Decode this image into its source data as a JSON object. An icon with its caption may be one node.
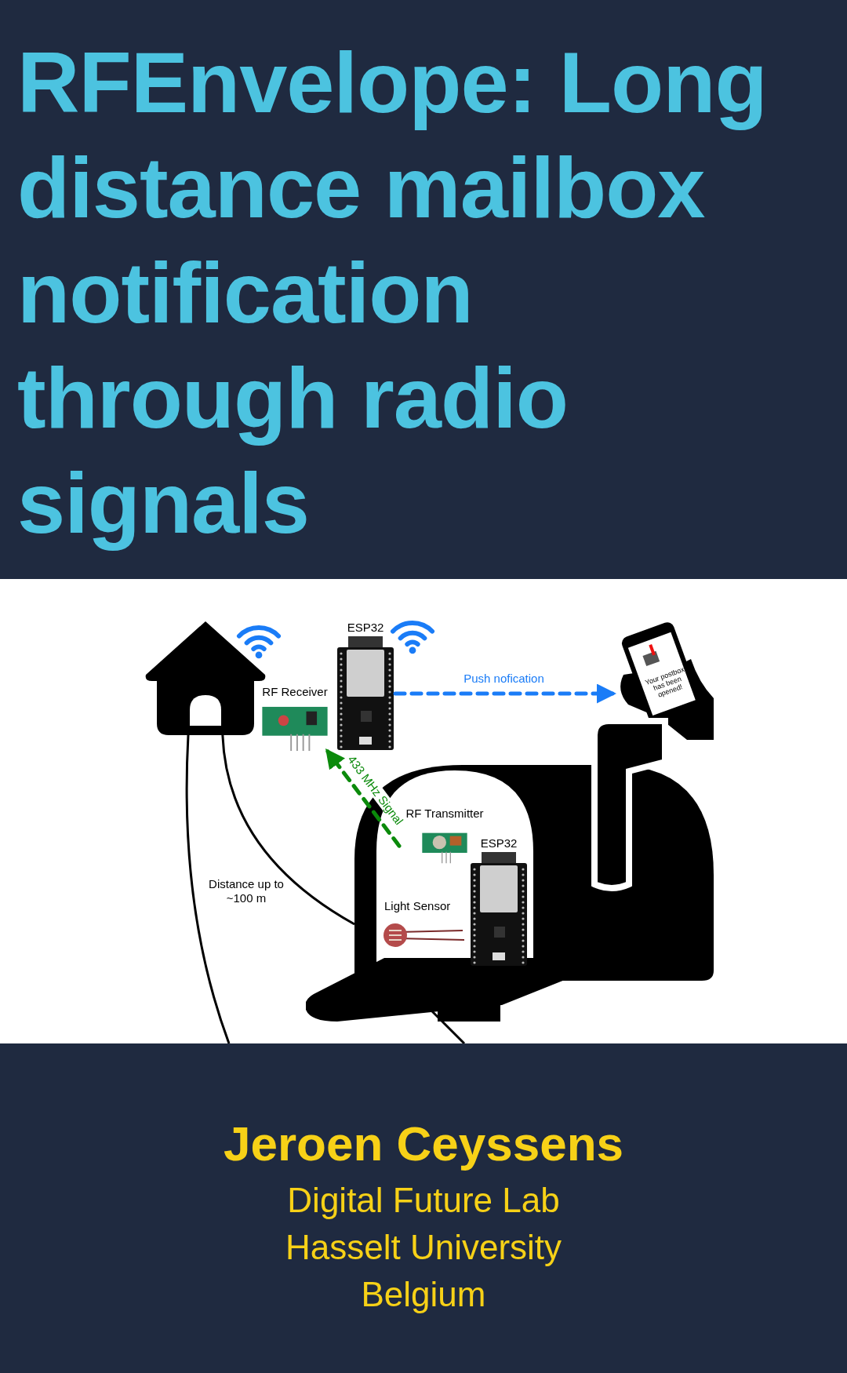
{
  "diagram": {
    "title": "RFEnvelope: Long distance mailbox notification through radio signals",
    "nodes": [
      {
        "text": [],
        "shape": "picture"
      },
      {
        "text": [
          "RF Receiver"
        ]
      },
      {
        "text": [
          "ESP32"
        ]
      },
      {
        "text": [
          "Your postbox has been opened!"
        ]
      },
      {
        "text": [],
        "shape": "picture"
      },
      {
        "text": [
          "RF Transmitter"
        ],
        "in": 4
      },
      {
        "text": [
          "ESP32"
        ],
        "in": 4
      },
      {
        "text": [
          "Light Sensor"
        ],
        "in": 4
      }
    ],
    "edges": [
      {
        "from": 2,
        "to": 3,
        "arrow": "to",
        "label": "Push nofication",
        "style": "dashed",
        "color": "#1a7cf7"
      },
      {
        "from": 5,
        "to": 1,
        "arrow": "to",
        "label": "433 MHz Signal",
        "style": "dashed",
        "color": "#0b8a0b"
      },
      {
        "from": 0,
        "to": 4,
        "arrow": "none",
        "color": "#000000"
      }
    ],
    "labels": [
      "Distance up to ~100 m",
      "Jeroen Ceyssens",
      "Digital Future Lab",
      "Hasselt University",
      "Belgium"
    ]
  }
}
